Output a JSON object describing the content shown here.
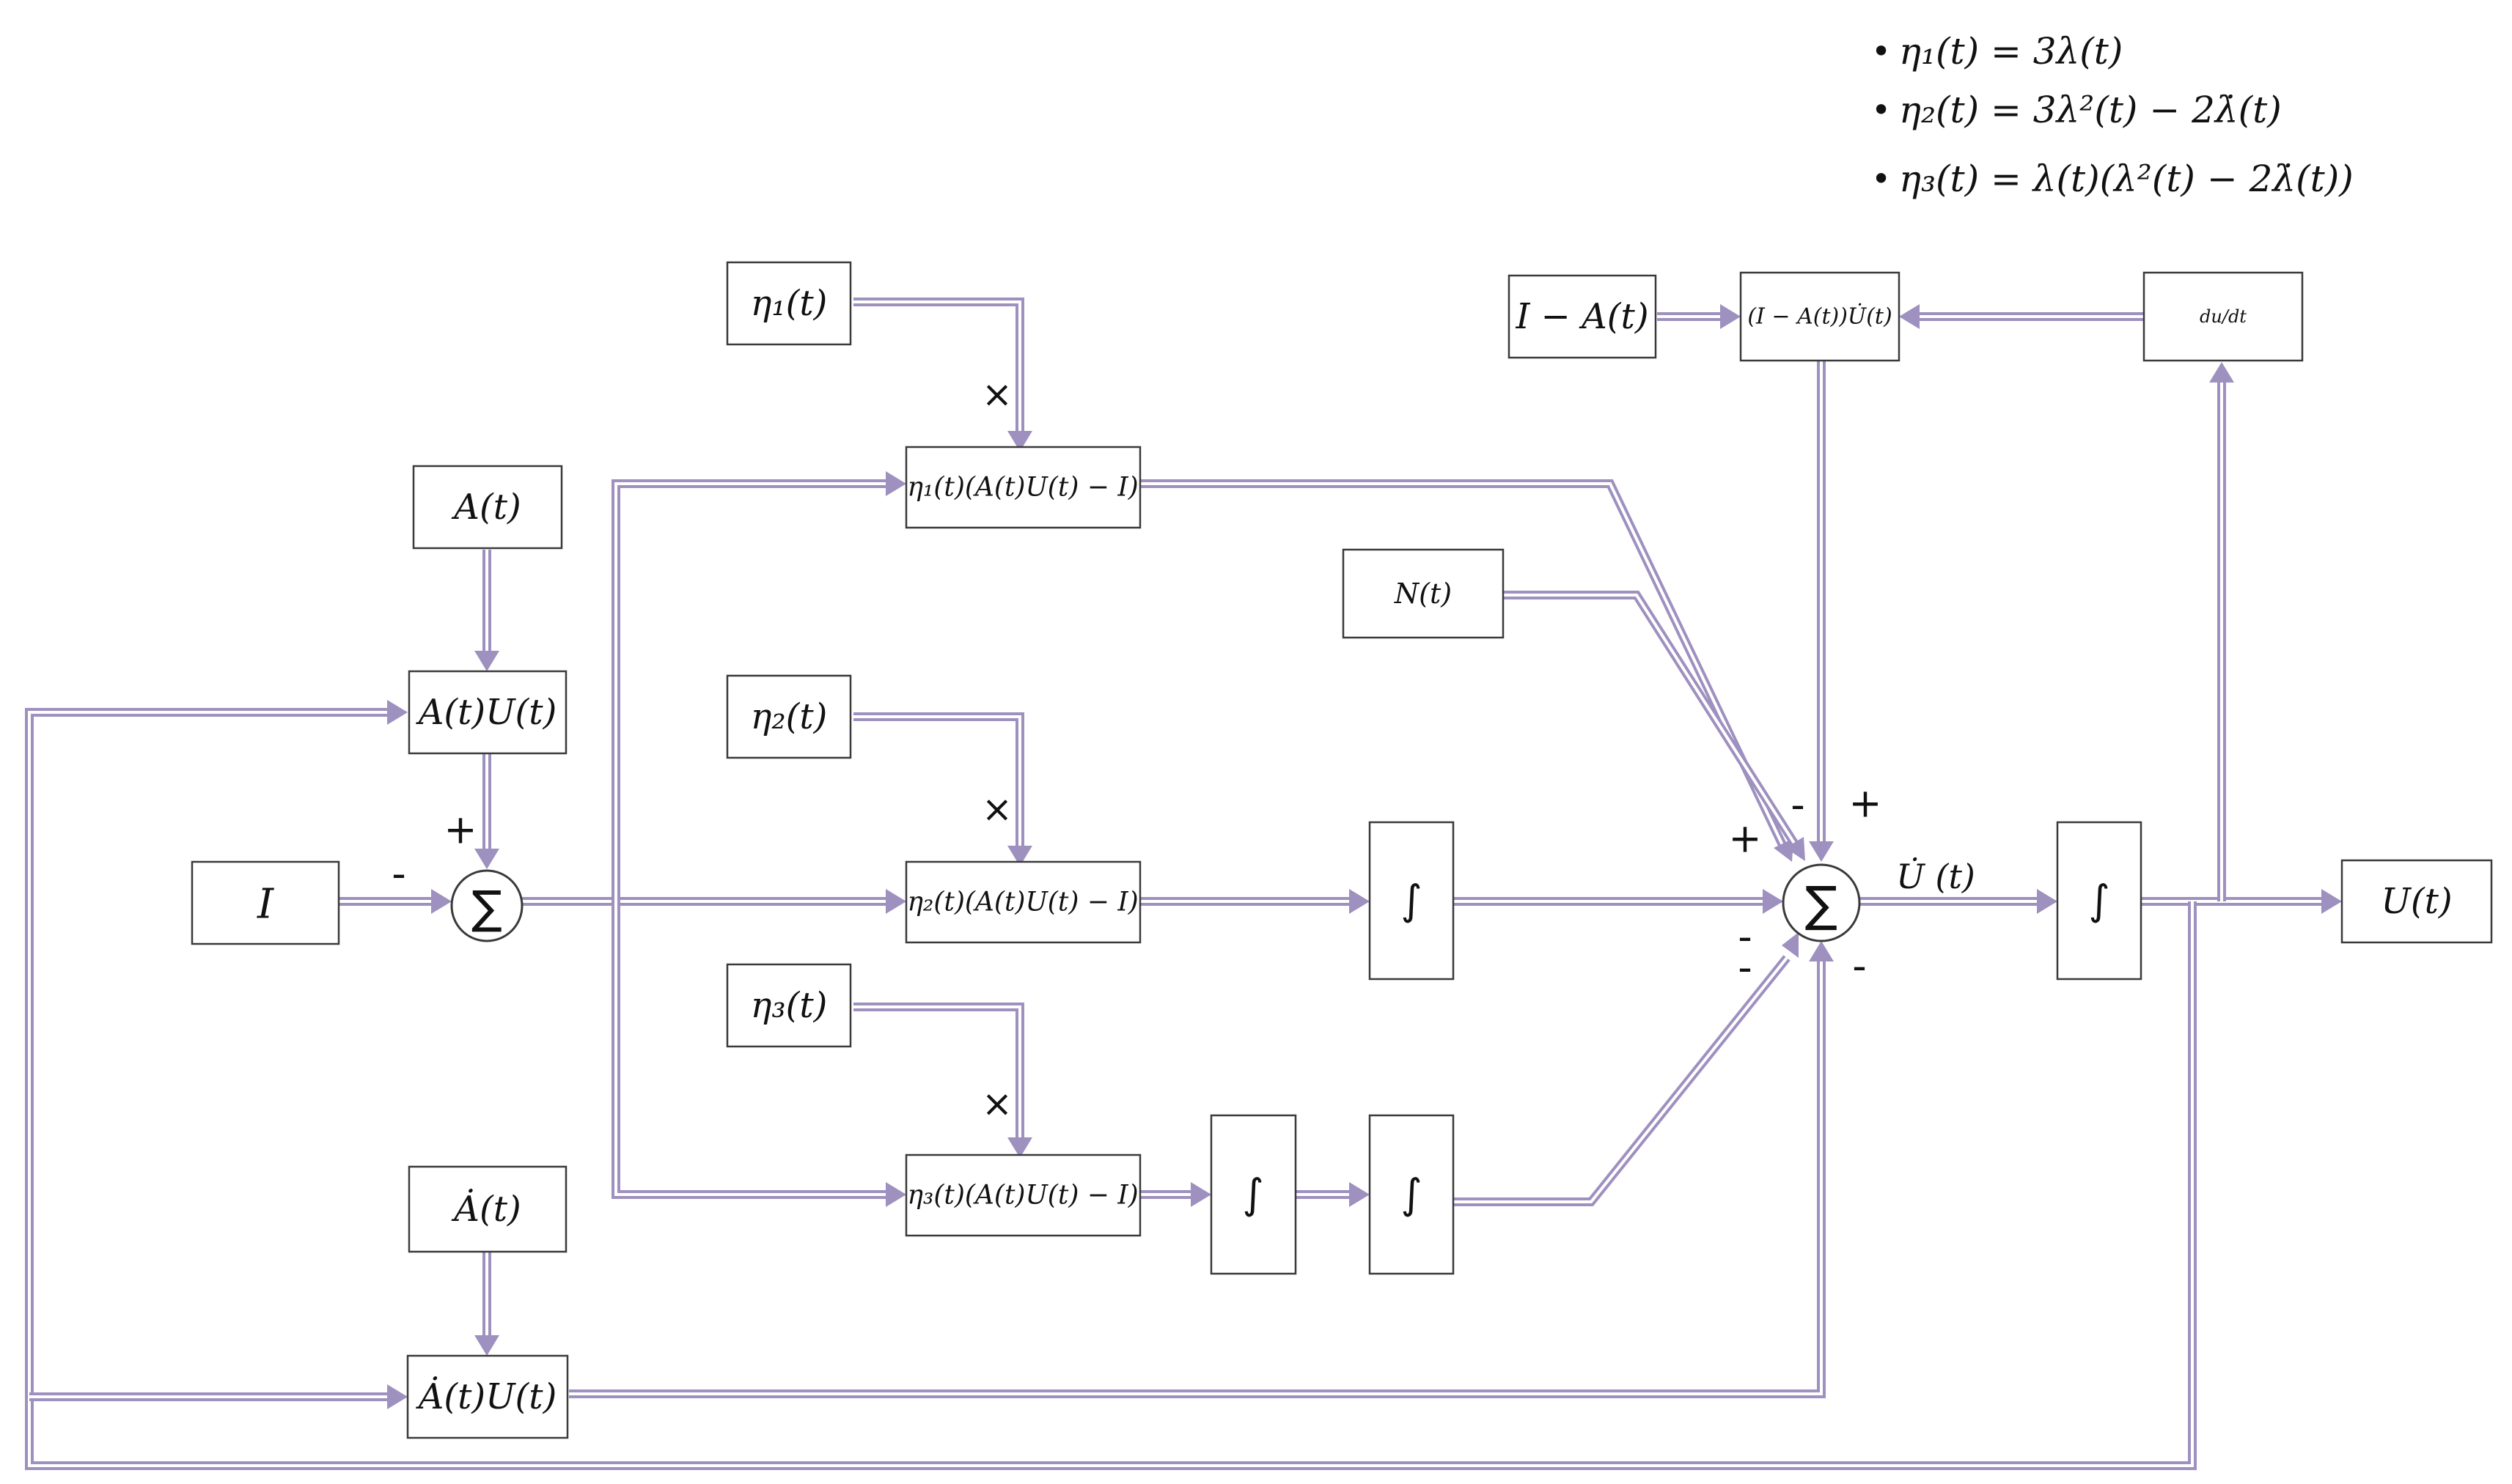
{
  "equations": [
    "η₁(t) = 3λ(t)",
    "η₂(t) = 3λ²(t) − 2λ̇(t)",
    "η₃(t) = λ(t)(λ²(t) − 2λ̇(t))"
  ],
  "blocks": {
    "eta1": "η₁(t)",
    "eta2": "η₂(t)",
    "eta3": "η₃(t)",
    "A": "A(t)",
    "AU": "A(t)U(t)",
    "I": "I",
    "Adot": "Ȧ(t)",
    "AdotU": "Ȧ(t)U(t)",
    "p1": "η₁(t)(A(t)U(t) − I)",
    "p2": "η₂(t)(A(t)U(t) − I)",
    "p3": "η₃(t)(A(t)U(t) − I)",
    "int_mid": "∫",
    "int_low1": "∫",
    "int_low2": "∫",
    "int_out": "∫",
    "N": "N(t)",
    "IminusA": "I − A(t)",
    "IAUdot": "(I − A(t))U̇(t)",
    "dudt": "du/dt",
    "U": "U(t)"
  },
  "sum_symbol": "∑",
  "signals": {
    "udot": "U̇ (t)"
  },
  "signs": {
    "left_sum_top": "+",
    "left_sum_left": "-",
    "times_1": "×",
    "times_2": "×",
    "times_3": "×",
    "right_sum_top_minus": "-",
    "right_sum_top_plus": "+",
    "right_sum_left_plus": "+",
    "right_sum_left_minus1": "-",
    "right_sum_left_minus2": "-",
    "right_sum_bottom_minus": "-"
  },
  "colors": {
    "wire": "#9e90bf",
    "block_stroke": "#3a3a3a"
  }
}
